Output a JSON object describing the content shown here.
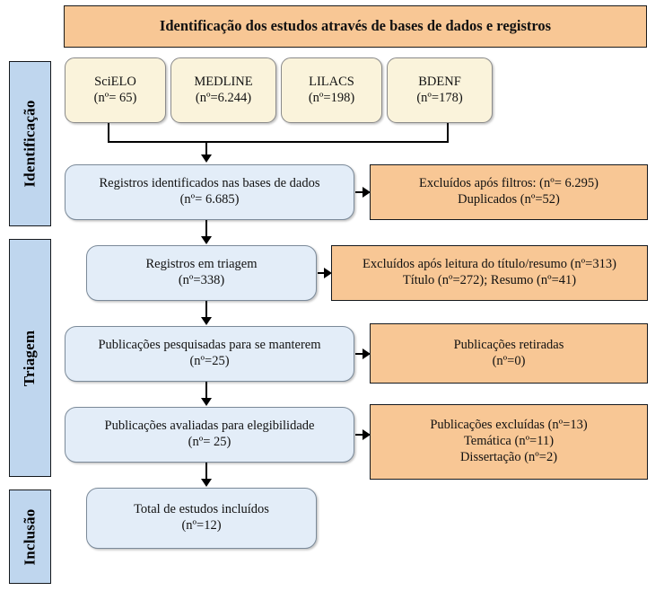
{
  "diagram": {
    "type": "prisma-flow-diagram",
    "language": "pt-BR",
    "title": "Identificação dos estudos através de bases de dados e registros"
  },
  "colors": {
    "banner_fill": "#F8C795",
    "exclusion_fill": "#F8C795",
    "flow_fill": "#E3EDF8",
    "database_fill": "#FAF3DB",
    "stage_label_fill": "#BFD6EE",
    "line": "#000000"
  },
  "stages": [
    {
      "label": "Identificação"
    },
    {
      "label": "Triagem"
    },
    {
      "label": "Inclusão"
    }
  ],
  "databases": [
    {
      "name": "SciELO",
      "count_line": "(nº= 65)",
      "count": 65
    },
    {
      "name": "MEDLINE",
      "count_line": "(nº=6.244)",
      "count": 6244
    },
    {
      "name": "LILACS",
      "count_line": "(nº=198)",
      "count": 198
    },
    {
      "name": "BDENF",
      "count_line": "(nº=178)",
      "count": 178
    }
  ],
  "flow": [
    {
      "id": "identificados",
      "line1": "Registros identificados nas bases de dados",
      "line2": "(nº= 6.685)",
      "count": 6685
    },
    {
      "id": "triagem",
      "line1": "Registros em triagem",
      "line2": "(nº=338)",
      "count": 338
    },
    {
      "id": "manterem",
      "line1": "Publicações pesquisadas para se manterem",
      "line2": "(nº=25)",
      "count": 25
    },
    {
      "id": "elegibilidade",
      "line1": "Publicações avaliadas para elegibilidade",
      "line2": "(nº= 25)",
      "count": 25
    },
    {
      "id": "incluidos",
      "line1": "Total de estudos incluídos",
      "line2": "(nº=12)",
      "count": 12
    }
  ],
  "exclusions": [
    {
      "id": "filtros",
      "line1": "Excluídos após filtros: (nº= 6.295)",
      "line2": "Duplicados (nº=52)",
      "line3": ""
    },
    {
      "id": "titulo-resumo",
      "line1": "Excluídos após leitura do título/resumo (nº=313)",
      "line2": "Título (nº=272); Resumo (nº=41)",
      "line3": ""
    },
    {
      "id": "retiradas",
      "line1": "Publicações retiradas",
      "line2": "(nº=0)",
      "line3": ""
    },
    {
      "id": "excluidas",
      "line1": "Publicações excluídas (nº=13)",
      "line2": "Temática (nº=11)",
      "line3": "Dissertação (nº=2)"
    }
  ]
}
